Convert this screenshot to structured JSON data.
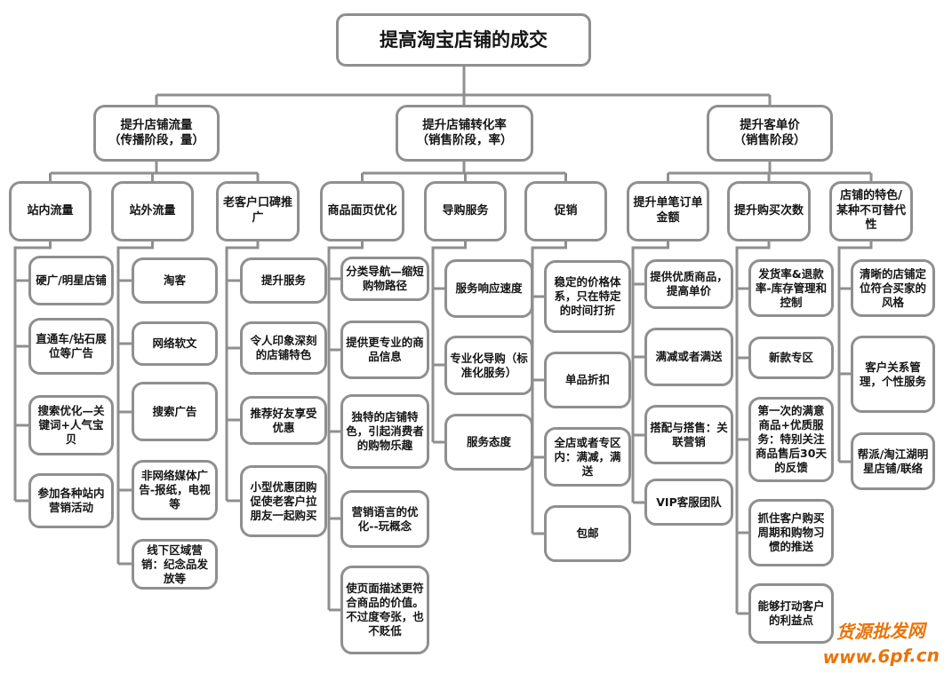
{
  "title": "提高淘宝店铺的成交",
  "watermark": {
    "line1": "货源批发网",
    "line2": "www.6pf.cn"
  },
  "colors": {
    "line": "#8f8f8f",
    "box_border": "#8f8f8f",
    "watermark": "#e87408",
    "text": "#151515"
  },
  "groups": [
    {
      "label": "提升店铺流量\n（传播阶段，量）",
      "children": [
        {
          "label": "站内流量",
          "items": [
            "硬广/明星店铺",
            "直通车/钻石展位等广告",
            "搜索优化—关键词+人气宝贝",
            "参加各种站内营销活动"
          ]
        },
        {
          "label": "站外流量",
          "items": [
            "淘客",
            "网络软文",
            "搜索广告",
            "非网络媒体广告-报纸，电视等",
            "线下区域营销：纪念品发放等"
          ]
        },
        {
          "label": "老客户口碑推广",
          "items": [
            "提升服务",
            "令人印象深刻的店铺特色",
            "推荐好友享受优惠",
            "小型优惠团购促使老客户拉朋友一起购买"
          ]
        }
      ]
    },
    {
      "label": "提升店铺转化率\n（销售阶段，率）",
      "children": [
        {
          "label": "商品面页优化",
          "items": [
            "分类导航—缩短购物路径",
            "提供更专业的商品信息",
            "独特的店铺特色，引起消费者的购物乐趣",
            "营销语言的优化--玩概念",
            "使页面描述更符合商品的价值。不过度夸张，也不贬低"
          ]
        },
        {
          "label": "导购服务",
          "items": [
            "服务响应速度",
            "专业化导购（标准化服务）",
            "服务态度"
          ]
        },
        {
          "label": "促销",
          "items": [
            "稳定的价格体系，只在特定的时间打折",
            "单品折扣",
            "全店或者专区内：满减，满送",
            "包邮"
          ]
        }
      ]
    },
    {
      "label": "提升客单价\n（销售阶段）",
      "children": [
        {
          "label": "提升单笔订单金额",
          "items": [
            "提供优质商品，提高单价",
            "满减或者满送",
            "搭配与搭售：关联营销",
            "VIP客服团队"
          ]
        },
        {
          "label": "提升购买次数",
          "items": [
            "发货率&退款率-库存管理和控制",
            "新款专区",
            "第一次的满意商品+优质服务：特别关注商品售后30天的反馈",
            "抓住客户购买周期和购物习惯的推送",
            "能够打动客户的利益点"
          ]
        },
        {
          "label": "店铺的特色/某种不可替代性",
          "items": [
            "清晰的店铺定位符合买家的风格",
            "客户关系管理，个性服务",
            "帮派/淘江湖明星店铺/联络"
          ]
        }
      ]
    }
  ]
}
